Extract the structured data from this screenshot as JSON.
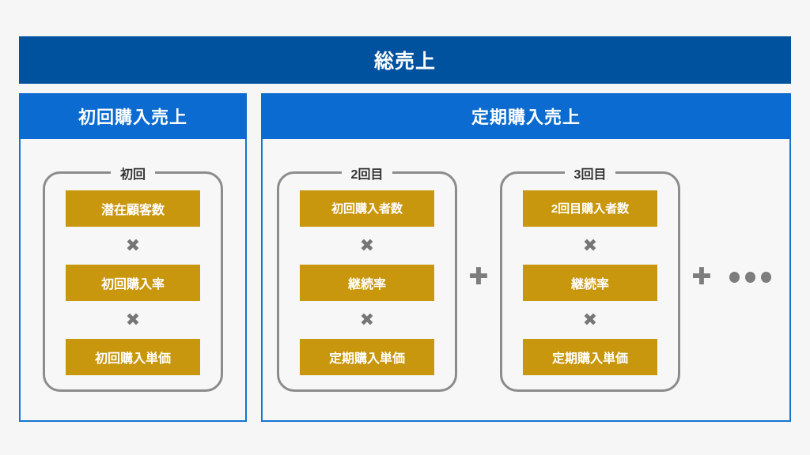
{
  "background_color": "#f6f6f6",
  "colors": {
    "total_bar": "#00519e",
    "panel_header": "#0b6bd0",
    "panel_border": "#1675d1",
    "metric_box": "#c9970d",
    "group_border": "#8c8c8c",
    "operator": "#7d7d7d",
    "text_on_color": "#ffffff"
  },
  "total": {
    "label": "総売上"
  },
  "panels": [
    {
      "id": "first-purchase",
      "header": "初回購入売上",
      "groups": [
        {
          "legend": "初回",
          "metrics": [
            "潜在顧客数",
            "初回購入率",
            "初回購入単価"
          ],
          "operator": "✖"
        }
      ]
    },
    {
      "id": "subscription-purchase",
      "header": "定期購入売上",
      "groups": [
        {
          "legend": "2回目",
          "metrics": [
            "初回購入者数",
            "継続率",
            "定期購入単価"
          ],
          "operator": "✖"
        },
        {
          "legend": "3回目",
          "metrics": [
            "2回目購入者数",
            "継続率",
            "定期購入単価"
          ],
          "operator": "✖"
        }
      ],
      "group_separator": "✚",
      "tail_separator": "✚",
      "tail_ellipsis_dots": 3
    }
  ]
}
